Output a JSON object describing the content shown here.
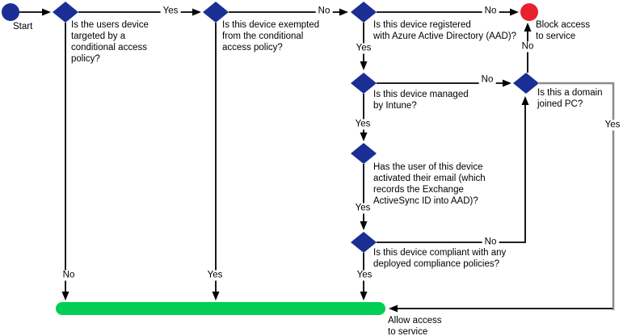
{
  "flowchart": {
    "start": {
      "label": "Start"
    },
    "nodes": {
      "targeted": {
        "question": [
          "Is the users device",
          "targeted by a",
          "conditional access",
          "policy?"
        ]
      },
      "exempted": {
        "question": [
          "Is this device exempted",
          "from the conditional",
          "access policy?"
        ]
      },
      "registered": {
        "question": [
          "Is this device registered",
          "with Azure Active Directory (AAD)?"
        ]
      },
      "managed": {
        "question": [
          "Is this device managed",
          "by Intune?"
        ]
      },
      "email_activated": {
        "question": [
          "Has the user of this device",
          "activated their email (which",
          "records the Exchange",
          "ActiveSync ID into AAD)?"
        ]
      },
      "compliant": {
        "question": [
          "Is this device compliant with any",
          "deployed compliance policies?"
        ]
      },
      "domain_joined": {
        "question": [
          "Is this a domain",
          "joined PC?"
        ]
      },
      "block": {
        "label": [
          "Block access",
          "to service"
        ]
      },
      "allow": {
        "label": [
          "Allow access",
          "to service"
        ]
      }
    },
    "edge_labels": {
      "targeted_yes": "Yes",
      "targeted_no": "No",
      "exempted_no": "No",
      "exempted_yes": "Yes",
      "registered_no": "No",
      "registered_yes": "Yes",
      "managed_no": "No",
      "managed_yes": "Yes",
      "email_activated_yes": "Yes",
      "compliant_no": "No",
      "compliant_yes": "Yes",
      "domain_joined_no": "No",
      "domain_joined_yes": "Yes"
    },
    "colors": {
      "decision_fill": "#1B2E94",
      "block_fill": "#E8212D",
      "allow_fill": "#00CE55",
      "connector": "#000000",
      "alt_connector": "#8A8A8A"
    }
  }
}
